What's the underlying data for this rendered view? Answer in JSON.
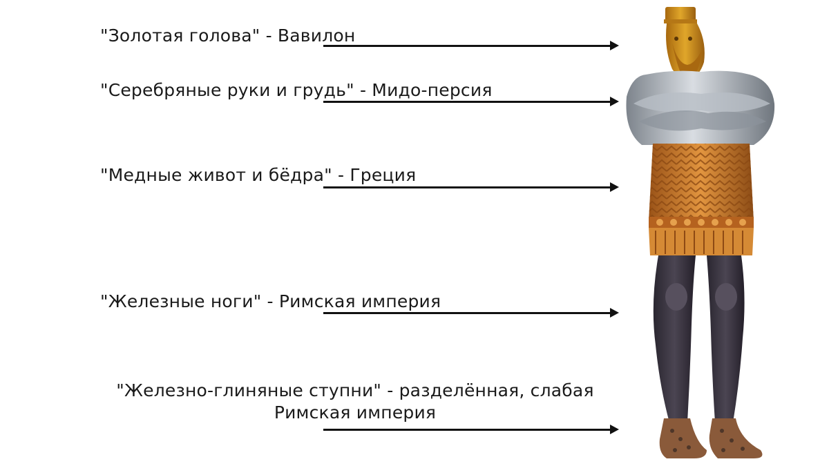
{
  "labels": [
    {
      "text": "\"Золотая голова\" - Вавилон"
    },
    {
      "text": "\"Серебряные руки и  грудь\" - Мидо-персия"
    },
    {
      "text": "\"Медные живот и бёдра\" - Греция"
    },
    {
      "text": "\"Железные ноги\" - Римская империя"
    },
    {
      "text": "\"Железно-глиняные ступни\" - разделённая, слабая",
      "text2": "Римская империя"
    }
  ],
  "colors": {
    "gold": "#c98a1e",
    "silver": "#9aa1a9",
    "bronze": "#c47a2c",
    "iron": "#3a3540",
    "clay": "#8a5a3a"
  },
  "statue_icon": "statue-figure"
}
